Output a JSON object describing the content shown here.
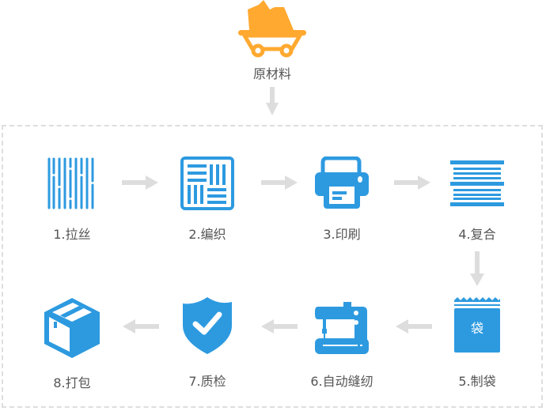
{
  "colors": {
    "icon": "#2d9ae0",
    "raw_material": "#ffa930",
    "arrow": "#dddddd",
    "text": "#555555"
  },
  "raw_material": {
    "label": "原材料",
    "icon": "mine-cart-icon"
  },
  "steps": [
    {
      "label": "1.拉丝",
      "icon": "yarn-lines-icon"
    },
    {
      "label": "2.编织",
      "icon": "weave-icon"
    },
    {
      "label": "3.印刷",
      "icon": "printer-icon"
    },
    {
      "label": "4.复合",
      "icon": "layers-icon"
    },
    {
      "label": "5.制袋",
      "icon": "bag-icon",
      "bag_text": "袋"
    },
    {
      "label": "6.自动缝纫",
      "icon": "sewing-machine-icon"
    },
    {
      "label": "7.质检",
      "icon": "shield-check-icon"
    },
    {
      "label": "8.打包",
      "icon": "box-icon"
    }
  ]
}
